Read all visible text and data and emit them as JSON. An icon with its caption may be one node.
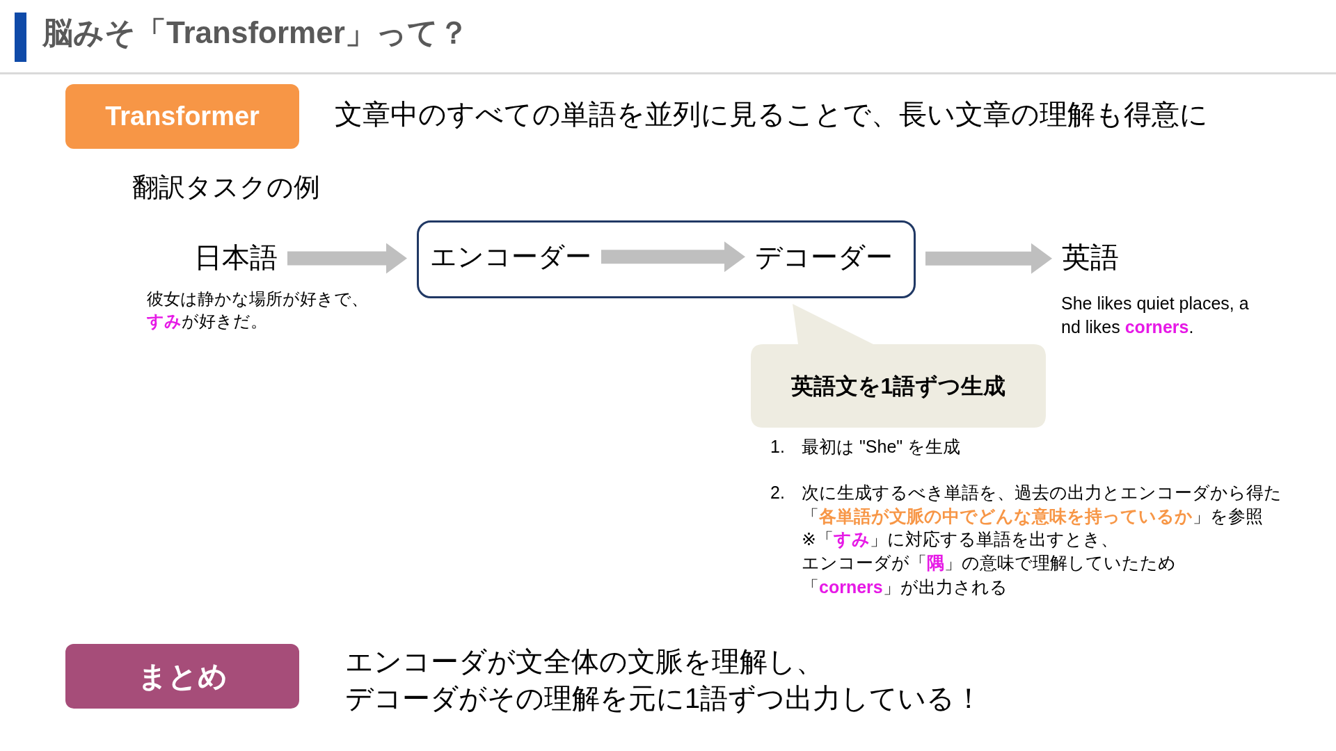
{
  "diagram": {
    "title": "脳みそ「Transformer」って？",
    "nodes": [
      {
        "text": [
          "Transformer"
        ],
        "beside": [
          "文章中のすべての単語を並列に見ることで、長い文章の理解も得意に"
        ]
      },
      {
        "text": [
          "日本語"
        ],
        "beside": [
          "彼女は静かな場所が好きで、**すみ**が好きだ。"
        ]
      },
      {
        "text": [],
        "shape": "box"
      },
      {
        "text": [
          "エンコーダー"
        ],
        "in": 2
      },
      {
        "text": [
          "デコーダー"
        ],
        "in": 2
      },
      {
        "text": [
          "英語"
        ],
        "beside": [
          "She likes quiet places, and likes **corners**."
        ]
      },
      {
        "text": [
          "英語文を1語ずつ生成"
        ],
        "beside": [
          "1.",
          "最初は \"She\" を生成",
          "2.",
          "次に生成するべき単語を、過去の出力とエンコーダから得た「**各単語が文脈の中でどんな意味を持っているか**」を参照",
          "※「**すみ**」に対応する単語を出すとき、",
          "エンコーダが「**隅**」の意味で理解していたため",
          "「**corners**」が出力される"
        ]
      },
      {
        "text": [
          "まとめ"
        ],
        "beside": [
          "エンコーダが文全体の文脈を理解し、",
          "デコーダがその理解を元に1語ずつ出力している！"
        ]
      }
    ],
    "edges": [
      {
        "from": 1,
        "to": 2,
        "arrow": "to"
      },
      {
        "from": 3,
        "to": 4,
        "arrow": "to"
      },
      {
        "from": 2,
        "to": 5,
        "arrow": "to"
      }
    ],
    "labels": [
      "翻訳タスクの例"
    ]
  }
}
